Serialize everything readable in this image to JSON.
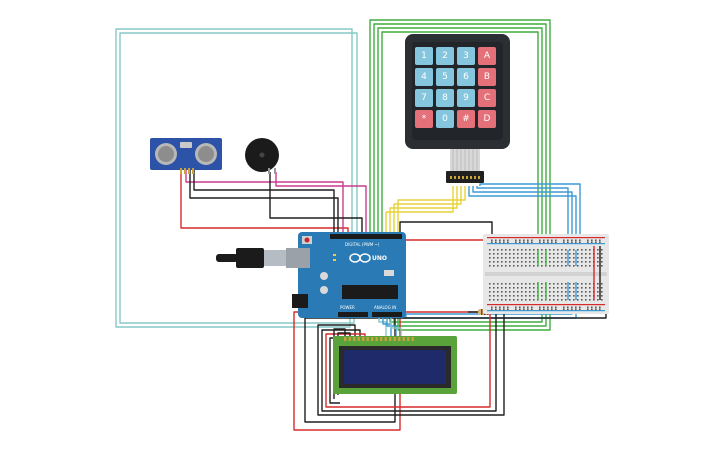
{
  "components": {
    "keypad": {
      "keys": [
        [
          "1",
          "2",
          "3",
          "A"
        ],
        [
          "4",
          "5",
          "6",
          "B"
        ],
        [
          "7",
          "8",
          "9",
          "C"
        ],
        [
          "*",
          "0",
          "#",
          "D"
        ]
      ],
      "blue_key_color": "#86c5de",
      "red_key_color": "#e4707a",
      "body_color": "#2b2f33"
    },
    "arduino": {
      "model_label": "UNO",
      "header_label": "DIGITAL (PWM ~)",
      "power_label": "POWER",
      "analog_label": "ANALOG IN",
      "board_color": "#2a7bb5"
    },
    "lcd": {
      "screen_color": "#1e2a6a",
      "pcb_color": "#5aa23a"
    },
    "ultrasonic": {
      "pcb_color": "#2d53a8"
    },
    "buzzer": {
      "body_color": "#1b1b1b"
    },
    "breadboard": {
      "body_color": "#e7e7e7"
    }
  },
  "wire_colors": {
    "teal": "#86c9c7",
    "green": "#3fae3f",
    "yellow": "#e8d23a",
    "blue": "#3c9ad6",
    "red": "#d62a2a",
    "black": "#1e1e1e",
    "pink": "#cc3c8e"
  }
}
